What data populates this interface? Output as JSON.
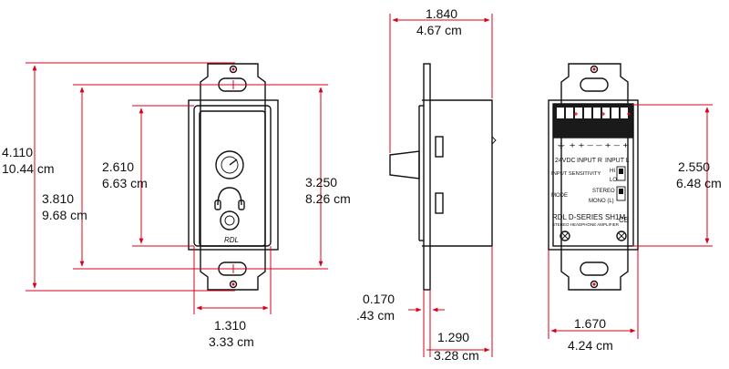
{
  "dimensions": {
    "front_overall_height": {
      "in": "4.110",
      "cm": "10.44 cm"
    },
    "front_plate_height": {
      "in": "3.810",
      "cm": "9.68 cm"
    },
    "front_panel_height": {
      "in": "2.610",
      "cm": "6.63 cm"
    },
    "front_box_height": {
      "in": "3.250",
      "cm": "8.26 cm"
    },
    "front_width": {
      "in": "1.310",
      "cm": "3.33 cm"
    },
    "side_overall_depth": {
      "in": "1.840",
      "cm": "4.67 cm"
    },
    "side_plate_thickness": {
      "in": "0.170",
      "cm": ".43 cm"
    },
    "side_box_depth": {
      "in": "1.290",
      "cm": "3.28 cm"
    },
    "rear_panel_height": {
      "in": "2.550",
      "cm": "6.48 cm"
    },
    "rear_width": {
      "in": "1.670",
      "cm": "4.24 cm"
    }
  },
  "front_panel": {
    "brand": "RDL"
  },
  "rear_panel": {
    "terminal_legend": "⏚ + + – – + – +",
    "label_24vdc": "24VDC",
    "label_input_r": "INPUT R",
    "label_input_l": "INPUT L",
    "sensitivity_label": "INPUT SENSITIVITY",
    "hi_label": "HI",
    "lo_label": "LO",
    "mode_label": "MODE",
    "stereo_label": "STEREO",
    "mono_label": "MONO (L)",
    "model": "RDL D-SERIES SH1M",
    "model_sub": "STEREO HEADPHONE AMPLIFIER",
    "ce_mark": "CE"
  },
  "colors": {
    "dimension_lines": "#d9001b",
    "outline": "#111111"
  }
}
